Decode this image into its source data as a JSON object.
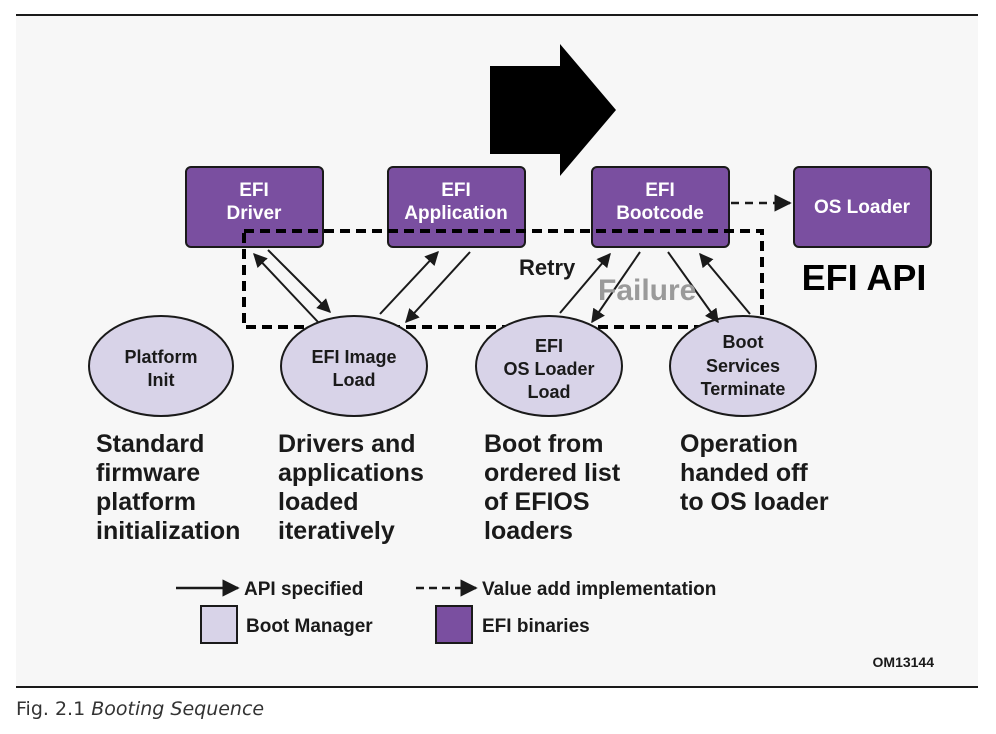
{
  "nodes": {
    "efi_driver": [
      "EFI",
      "Driver"
    ],
    "efi_application": [
      "EFI",
      "Application"
    ],
    "efi_bootcode": [
      "EFI",
      "Bootcode"
    ],
    "os_loader": "OS Loader",
    "platform_init": [
      "Platform",
      "Init"
    ],
    "efi_image_load": [
      "EFI Image",
      "Load"
    ],
    "efi_os_loader_load": [
      "EFI",
      "OS Loader",
      "Load"
    ],
    "boot_services_terminate": [
      "Boot",
      "Services",
      "Terminate"
    ]
  },
  "labels": {
    "retry": "Retry",
    "failure": "Failure",
    "efi_api": "EFI API",
    "figure_id": "OM13144"
  },
  "descriptions": {
    "platform_init": [
      "Standard",
      "firmware",
      "platform",
      "initialization"
    ],
    "efi_image_load": [
      "Drivers and",
      "applications",
      "loaded",
      "iteratively"
    ],
    "efi_os_loader_load": [
      "Boot from",
      "ordered list",
      "of EFIOS",
      "loaders"
    ],
    "boot_services_terminate": [
      "Operation",
      "handed off",
      "to OS loader"
    ]
  },
  "legend": {
    "api_specified": "API specified",
    "value_add": "Value add implementation",
    "boot_manager": "Boot Manager",
    "efi_binaries": "EFI binaries"
  },
  "caption": {
    "number": "Fig. 2.1",
    "title": "Booting Sequence"
  },
  "colors": {
    "efi_binary_fill": "#7a4fa0",
    "boot_manager_fill": "#d8d3e8",
    "failure_text": "#9a9a9a"
  }
}
